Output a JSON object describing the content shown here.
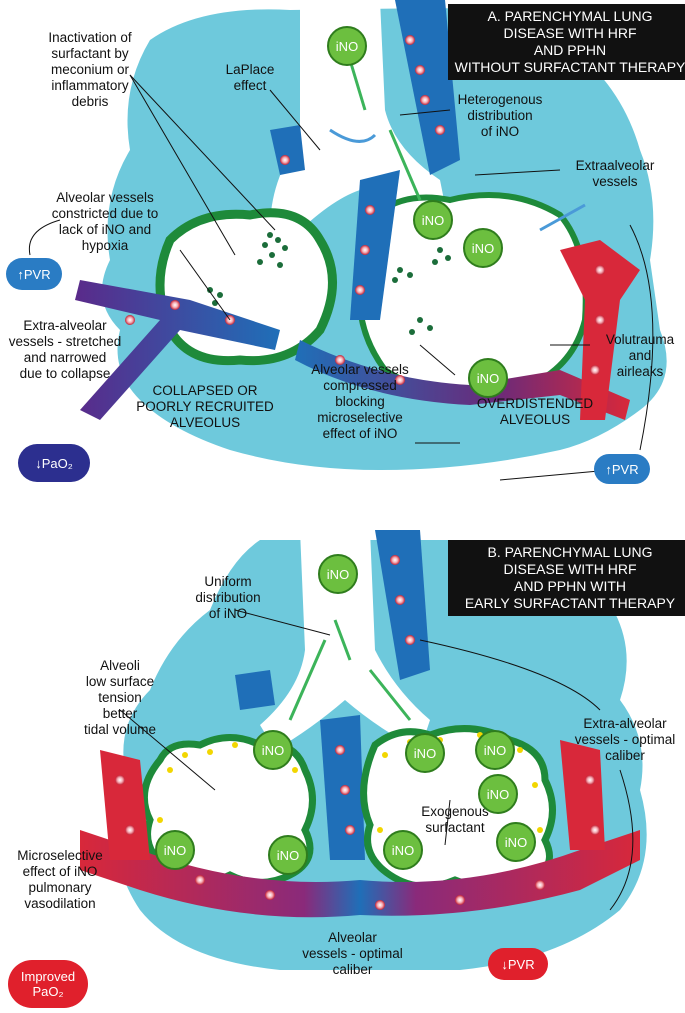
{
  "panel_a": {
    "title": "A. PARENCHYMAL LUNG\nDISEASE WITH HRF\nAND PPHN\nWITHOUT SURFACTANT THERAPY",
    "labels": {
      "inactivation": "Inactivation of\nsurfactant by\nmeconium or\ninflammatory\ndebris",
      "laplace": "LaPlace\neffect",
      "heterogenous": "Heterogenous\ndistribution\nof iNO",
      "extraalveolar": "Extraalveolar\nvessels",
      "alveolar_constricted": "Alveolar vessels\nconstricted due to\nlack of iNO and\nhypoxia",
      "extra_alveolar_stretched": "Extra-alveolar\nvessels - stretched\nand narrowed\ndue to collapse",
      "collapsed": "COLLAPSED OR\nPOORLY RECRUITED\nALVEOLUS",
      "compressed": "Alveolar vessels\ncompressed\nblocking\nmicroselective\neffect of iNO",
      "overdistended": "OVERDISTENDED\nALVEOLUS",
      "volutrauma": "Volutrauma\nand\nairleaks"
    },
    "ino_label": "iNO",
    "pvr_up": "↑PVR",
    "pao2_down": "↓PaO₂",
    "pvr_up_2": "↑PVR"
  },
  "panel_b": {
    "title": "B. PARENCHYMAL LUNG\nDISEASE WITH HRF\nAND PPHN WITH\nEARLY SURFACTANT THERAPY",
    "labels": {
      "uniform": "Uniform\ndistribution\nof iNO",
      "alveoli_low": "Alveoli\nlow surface\ntension\nbetter\ntidal volume",
      "extra_optimal": "Extra-alveolar\nvessels - optimal\ncaliber",
      "exogenous": "Exogenous\nsurfactant",
      "microselective": "Microselective\neffect of iNO\npulmonary\nvasodilation",
      "alveolar_optimal": "Alveolar\nvessels - optimal\ncaliber"
    },
    "ino_label": "iNO",
    "pao2_improved": "Improved\nPaO₂",
    "pvr_down": "↓PVR"
  },
  "colors": {
    "tissue": "#6ec9dc",
    "airway": "#ffffff",
    "alveolar_wall": "#1e8a3a",
    "vessel_blue": "#1f6fb8",
    "vessel_red": "#d8283a",
    "ino_green": "#6cbf3f",
    "badge_blue": "#2a7cc4",
    "badge_navy": "#2c2f8f",
    "badge_red": "#e0202c"
  }
}
